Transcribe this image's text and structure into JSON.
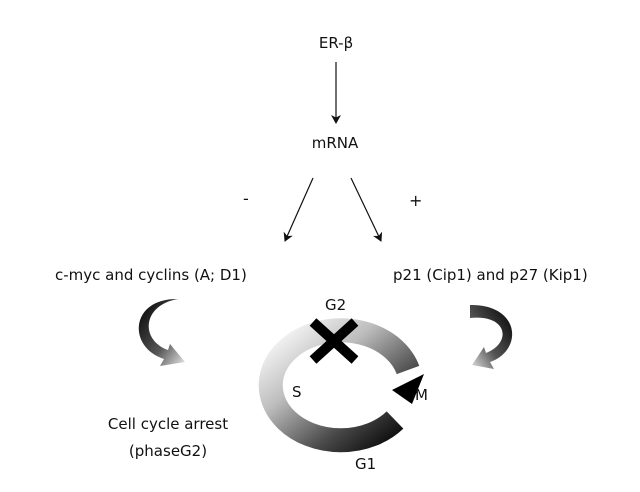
{
  "diagram": {
    "top_node": "ER-β",
    "mid_node": "mRNA",
    "minus_sign": "-",
    "plus_sign": "+",
    "left_node": "c-myc and cyclins (A; D1)",
    "right_node": "p21 (Cip1) and p27 (Kip1)",
    "outcome": {
      "line1": "Cell cycle arrest",
      "line2": "(phaseG2)"
    },
    "cycle_phases": {
      "g2": "G2",
      "s": "S",
      "m": "M",
      "g1": "G1"
    }
  }
}
